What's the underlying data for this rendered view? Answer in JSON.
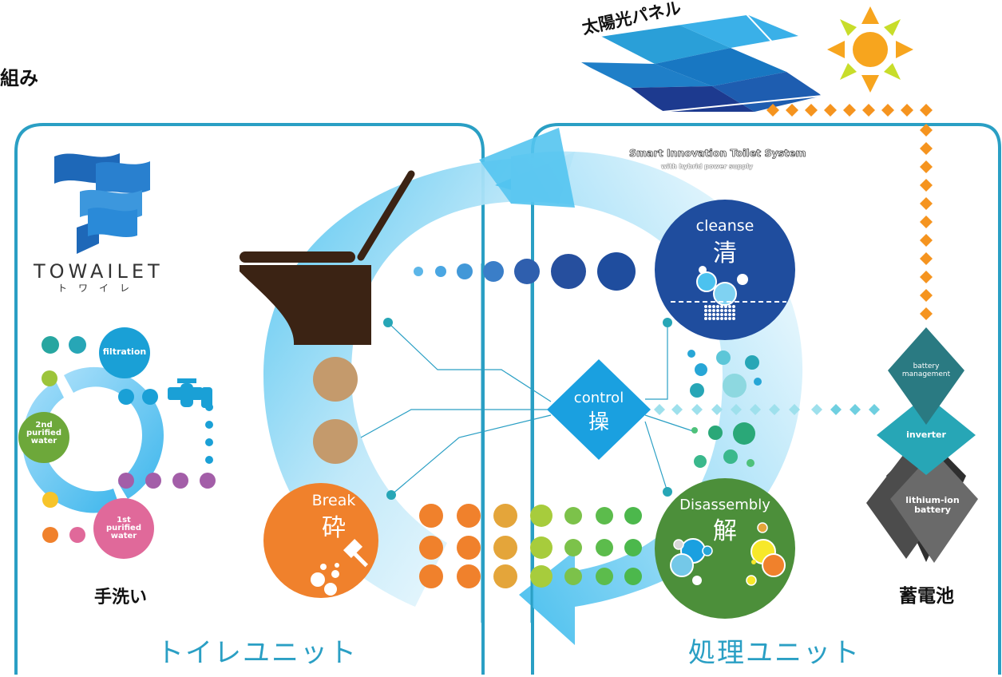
{
  "title_fragment": "組み",
  "brand": {
    "name": "TOWAILET",
    "kana": "トワイレ"
  },
  "solar_panel_label": "太陽光パネル",
  "system_name": {
    "line1": "Smart Innovation Toilet System",
    "line2": "with hybrid power supply"
  },
  "units": {
    "toilet_unit": "トイレユニット",
    "processing_unit": "処理ユニット"
  },
  "hand_wash": {
    "label": "手洗い",
    "filtration": "filtration",
    "second_purified": [
      "2nd",
      "purified",
      "water"
    ],
    "first_purified": [
      "1st",
      "purified",
      "water"
    ]
  },
  "stages": {
    "cleanse": {
      "en": "cleanse",
      "ja": "清"
    },
    "control": {
      "en": "control",
      "ja": "操"
    },
    "break": {
      "en": "Break",
      "ja": "砕"
    },
    "disassembly": {
      "en": "Disassembly",
      "ja": "解"
    }
  },
  "power": {
    "battery_management": [
      "battery",
      "management"
    ],
    "inverter": "inverter",
    "lithium_ion": [
      "lithium-ion",
      "battery"
    ],
    "storage_label": "蓄電池"
  },
  "colors": {
    "frame": "#2a9fc4",
    "cycle_light": "#cfeefb",
    "cycle_mid": "#5cc6ef",
    "cleanse": "#1f4d9e",
    "break": "#f0812c",
    "disassembly": "#4c8f3a",
    "control": "#1aa0e0",
    "toilet": "#3b2314",
    "solar_dots": "#f5941f",
    "teal_dark": "#2a7a82",
    "teal_mid": "#27a6b6"
  }
}
